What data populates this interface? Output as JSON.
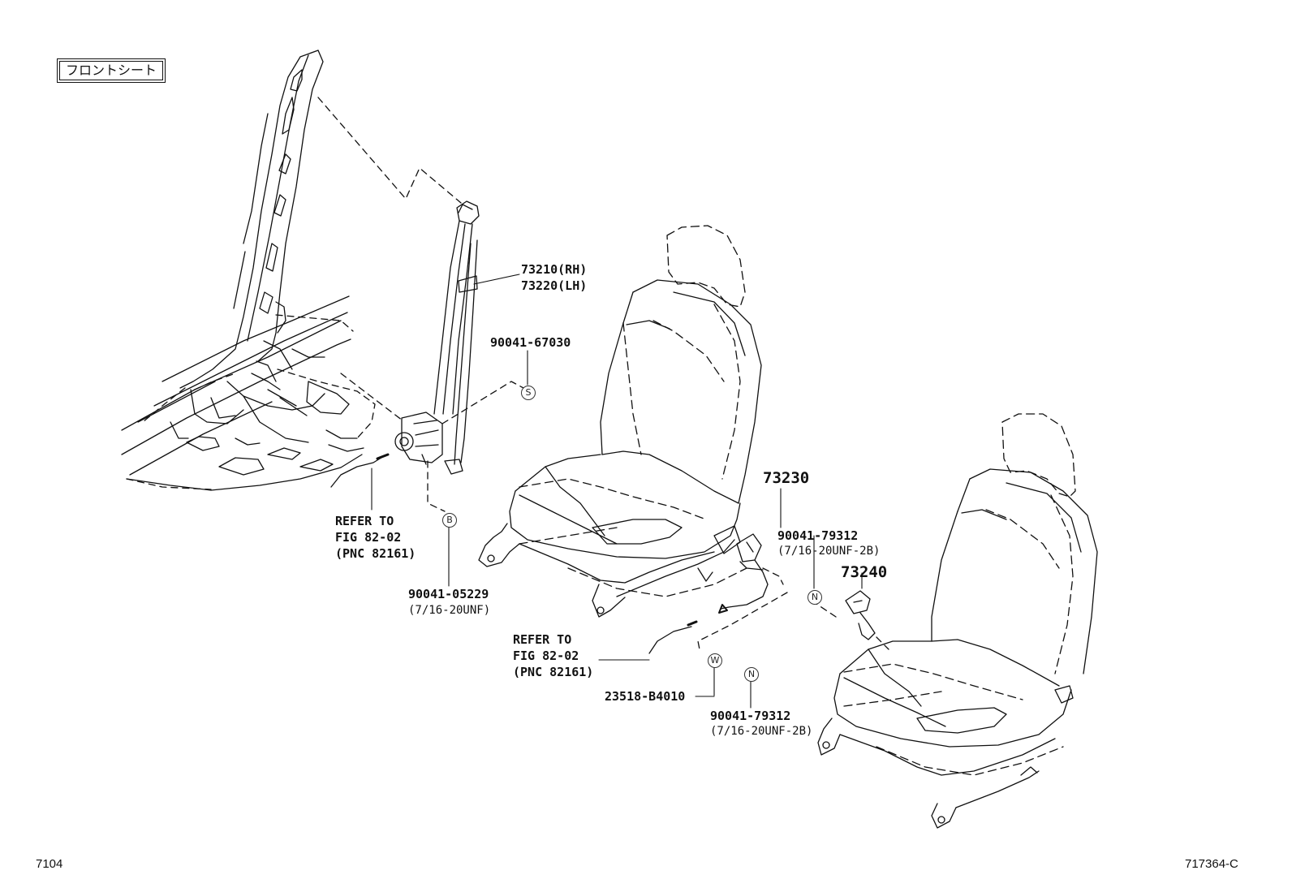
{
  "header": {
    "section_title": "フロントシート"
  },
  "footer": {
    "left_code": "7104",
    "right_code": "717364-C"
  },
  "parts": {
    "belt_rh": "73210(RH)",
    "belt_lh": "73220(LH)",
    "bolt_67030": "90041-67030",
    "bolt_05229": "90041-05229",
    "bolt_05229_spec": "(7/16-20UNF)",
    "buckle_73230": "73230",
    "bolt_79312_a": "90041-79312",
    "bolt_79312_a_spec": "(7/16-20UNF-2B)",
    "buckle_73240": "73240",
    "bolt_79312_b": "90041-79312",
    "bolt_79312_b_spec": "(7/16-20UNF-2B)",
    "washer_23518": "23518-B4010"
  },
  "references": {
    "ref_a": {
      "line1": "REFER TO",
      "line2": "FIG 82-02",
      "line3": "(PNC 82161)"
    },
    "ref_b": {
      "line1": "REFER TO",
      "line2": "FIG 82-02",
      "line3": "(PNC 82161)"
    }
  },
  "markers": {
    "s": "S",
    "b": "B",
    "n1": "N",
    "n2": "N",
    "w": "W"
  }
}
